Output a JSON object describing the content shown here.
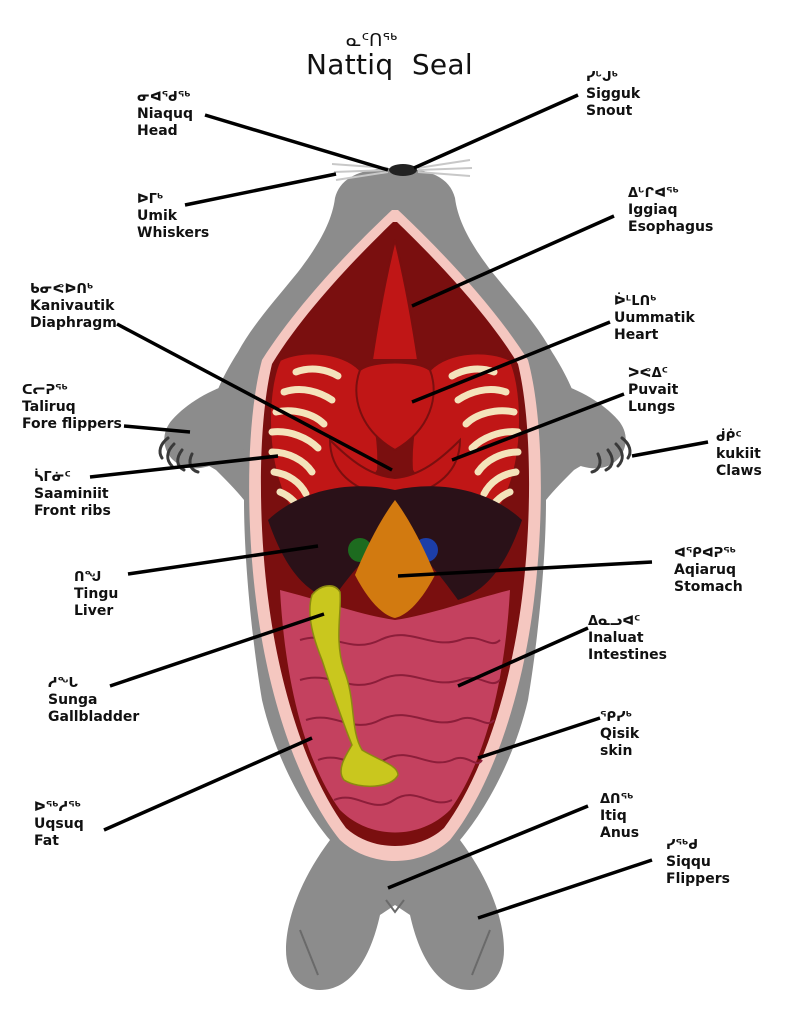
{
  "title": {
    "syllabics": "ᓇᑦᑎᖅ",
    "text": "Nattiq  Seal"
  },
  "labels": {
    "niaquq": {
      "syllabics": "ᓂᐊᖁᖅ",
      "inuktitut": "Niaquq",
      "english": "Head"
    },
    "sigguk": {
      "syllabics": "ᓯᒡᒍᒃ",
      "inuktitut": "Sigguk",
      "english": "Snout"
    },
    "umik": {
      "syllabics": "ᐅᒥᒃ",
      "inuktitut": "Umik",
      "english": "Whiskers"
    },
    "iggiaq": {
      "syllabics": "ᐃᒡᒋᐊᖅ",
      "inuktitut": "Iggiaq",
      "english": "Esophagus"
    },
    "kanivautik": {
      "syllabics": "ᑲᓂᕙᐅᑎᒃ",
      "inuktitut": "Kanivautik",
      "english": "Diaphragm"
    },
    "uummatik": {
      "syllabics": "ᐆᒻᒪᑎᒃ",
      "inuktitut": "Uummatik",
      "english": "Heart"
    },
    "taliruq": {
      "syllabics": "ᑕᓕᕈᖅ",
      "inuktitut": "Taliruq",
      "english": "Fore flippers"
    },
    "puvait": {
      "syllabics": "ᐳᕙᐃᑦ",
      "inuktitut": "Puvait",
      "english": "Lungs"
    },
    "kukiit": {
      "syllabics": "ᑰᑮᑦ",
      "inuktitut": "kukiit",
      "english": "Claws"
    },
    "saaminiit": {
      "syllabics": "ᓵᒥᓃᑦ",
      "inuktitut": "Saaminiit",
      "english": "Front ribs"
    },
    "aqiaruq": {
      "syllabics": "ᐊᕿᐊᕈᖅ",
      "inuktitut": "Aqiaruq",
      "english": "Stomach"
    },
    "tingu": {
      "syllabics": "ᑎᖑ",
      "inuktitut": "Tingu",
      "english": "Liver"
    },
    "inaluat": {
      "syllabics": "ᐃᓇᓗᐊᑦ",
      "inuktitut": "Inaluat",
      "english": "Intestines"
    },
    "sunga": {
      "syllabics": "ᓱᖓ",
      "inuktitut": "Sunga",
      "english": "Gallbladder"
    },
    "qisik": {
      "syllabics": "ᕿᓯᒃ",
      "inuktitut": "Qisik",
      "english": "skin"
    },
    "uqsuq": {
      "syllabics": "ᐅᖅᓱᖅ",
      "inuktitut": "Uqsuq",
      "english": "Fat"
    },
    "itiq": {
      "syllabics": "ᐃᑎᖅ",
      "inuktitut": "Itiq",
      "english": "Anus"
    },
    "siqqu": {
      "syllabics": "ᓯᖅᑯ",
      "inuktitut": "Siqqu",
      "english": "Flippers"
    }
  },
  "colors": {
    "fur": "#8c8c8c",
    "skin_edge": "#f5c7c0",
    "cavity": "#7a0f0f",
    "organ_red": "#c01616",
    "ribs": "#f4e3bb",
    "liver": "#2a1118",
    "stomach": "#d27a10",
    "intestines": "#c4415f",
    "gallbladder": "#c9c71e"
  }
}
